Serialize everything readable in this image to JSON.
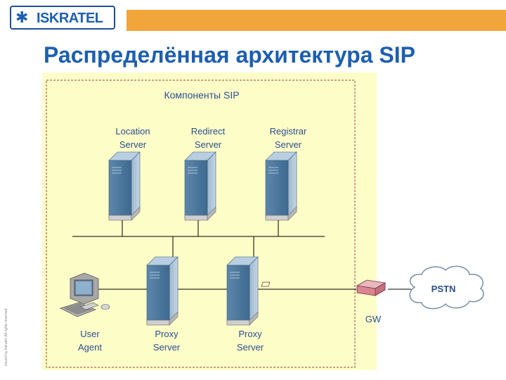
{
  "header": {
    "logo_text_a": "ISKRA",
    "logo_text_b": "TEL",
    "title": "Распределённая архитектура SIP"
  },
  "footer": {
    "side_copyright": "Issued by Iskratel. All rights reserved"
  },
  "diagram": {
    "group_title": "Компоненты SIP",
    "servers_top": [
      {
        "line1": "Location",
        "line2": "Server"
      },
      {
        "line1": "Redirect",
        "line2": "Server"
      },
      {
        "line1": "Registrar",
        "line2": "Server"
      }
    ],
    "user_agent": {
      "line1": "User",
      "line2": "Agent"
    },
    "proxies": [
      {
        "line1": "Proxy",
        "line2": "Server"
      },
      {
        "line1": "Proxy",
        "line2": "Server"
      }
    ],
    "gateway_label": "GW",
    "pstn_label": "PSTN"
  },
  "colors": {
    "title_blue": "#1d5fb0",
    "accent_orange": "#f2a53a",
    "zone_fill": "#fdfdc8",
    "zone_border": "#a04040",
    "label_blue": "#2a4f8f"
  }
}
